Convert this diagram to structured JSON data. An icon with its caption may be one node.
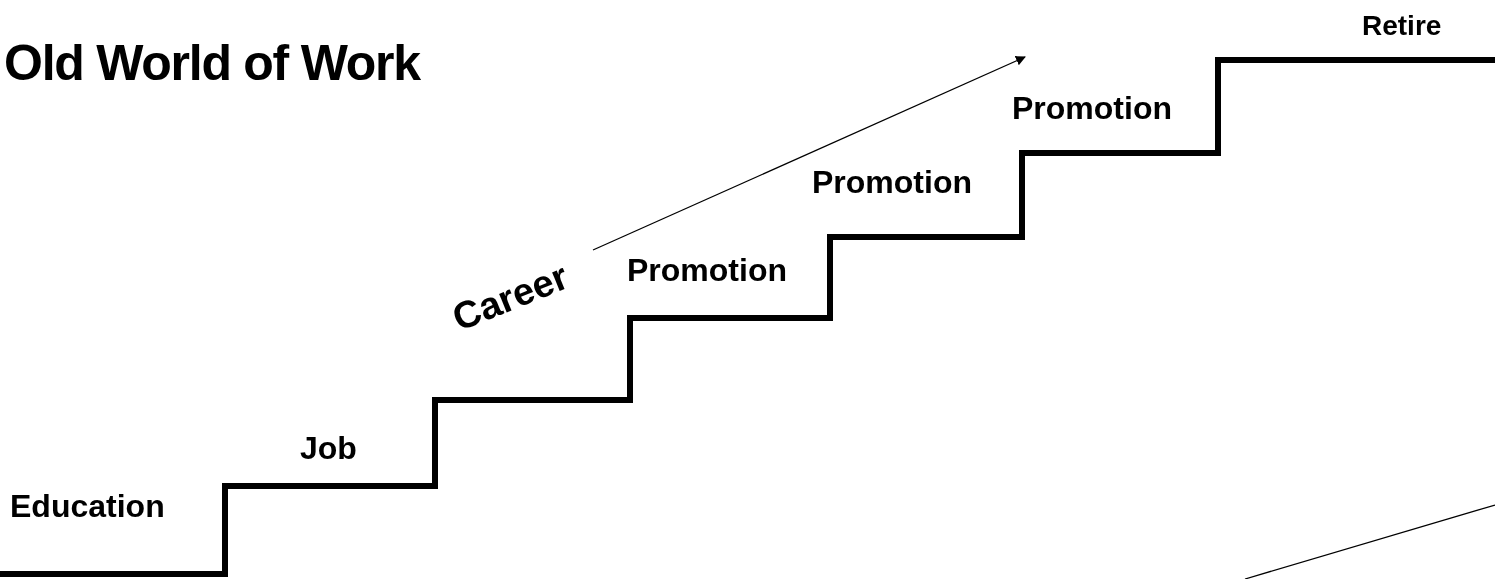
{
  "diagram": {
    "title": "Old World of Work",
    "labels": [
      "Education",
      "Job",
      "Career",
      "Promotion",
      "Promotion",
      "Promotion",
      "Retire"
    ]
  }
}
